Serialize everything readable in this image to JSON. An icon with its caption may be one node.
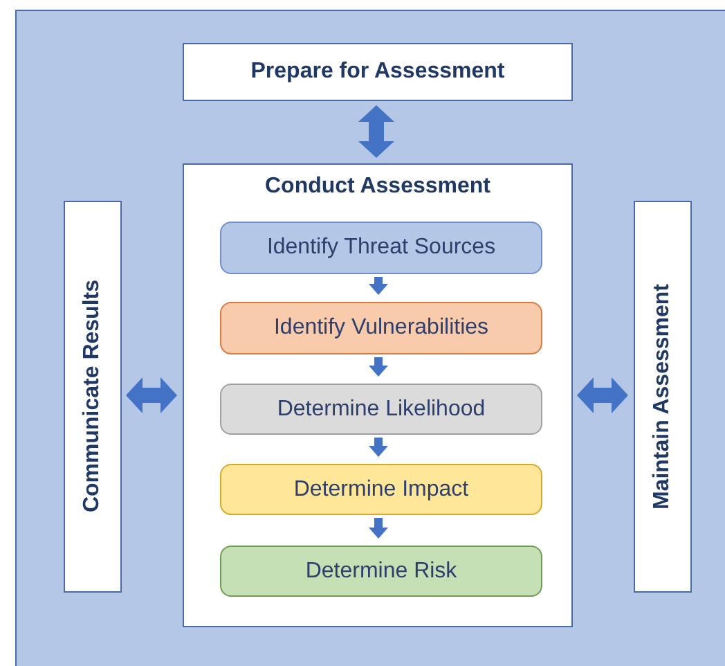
{
  "diagram": {
    "nodes": [
      {
        "text": [
          "Prepare for Assessment"
        ]
      },
      {
        "text": [
          "Conduct Assessment"
        ]
      },
      {
        "text": [
          "Identify Threat Sources"
        ],
        "in": 1
      },
      {
        "text": [
          "Identify Vulnerabilities"
        ],
        "in": 1
      },
      {
        "text": [
          "Determine Likelihood"
        ],
        "in": 1
      },
      {
        "text": [
          "Determine Impact"
        ],
        "in": 1
      },
      {
        "text": [
          "Determine Risk"
        ],
        "in": 1
      },
      {
        "text": [
          "Communicate Results"
        ]
      },
      {
        "text": [
          "Maintain Assessment"
        ]
      }
    ],
    "edges": [
      {
        "from": 0,
        "to": 1,
        "arrow": "both",
        "style": "thick"
      },
      {
        "from": 7,
        "to": 1,
        "arrow": "both",
        "style": "thick"
      },
      {
        "from": 1,
        "to": 8,
        "arrow": "both",
        "style": "thick"
      },
      {
        "from": 2,
        "to": 3,
        "arrow": "to"
      },
      {
        "from": 3,
        "to": 4,
        "arrow": "to"
      },
      {
        "from": 4,
        "to": 5,
        "arrow": "to"
      },
      {
        "from": 5,
        "to": 6,
        "arrow": "to"
      }
    ]
  }
}
